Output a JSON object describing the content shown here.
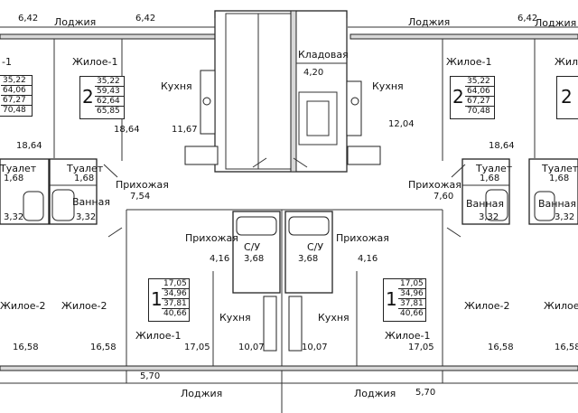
{
  "rooms": {
    "loggia": "Лоджия",
    "living1": "Жилое-1",
    "living2": "Жилое-2",
    "kitchen": "Кухня",
    "hall": "Прихожая",
    "pantry": "Кладовая",
    "toilet": "Туалет",
    "bath": "Ванная",
    "wc": "С/У"
  },
  "areas": {
    "a642": "6,42",
    "a1864": "18,64",
    "a1167": "11,67",
    "a1204": "12,04",
    "a420": "4,20",
    "a168": "1,68",
    "a332": "3,32",
    "a754": "7,54",
    "a760": "7,60",
    "a416": "4,16",
    "a368": "3,68",
    "a1705": "17,05",
    "a1007": "10,07",
    "a1658": "16,58",
    "a570": "5,70"
  },
  "labels": {
    "cut_box_fragment": "-1",
    "cut_box_vals": [
      "35,22",
      "64,06",
      "67,27",
      "70,48"
    ]
  },
  "apartments": [
    {
      "rooms": "2",
      "areas": [
        "35,22",
        "59,43",
        "62,64",
        "65,85"
      ]
    },
    {
      "rooms": "2",
      "areas": [
        "35,22",
        "64,06",
        "67,27",
        "70,48"
      ]
    },
    {
      "rooms": "1",
      "areas": [
        "17,05",
        "34,96",
        "37,81",
        "40,66"
      ]
    },
    {
      "rooms": "1",
      "areas": [
        "17,05",
        "34,96",
        "37,81",
        "40,66"
      ]
    }
  ]
}
